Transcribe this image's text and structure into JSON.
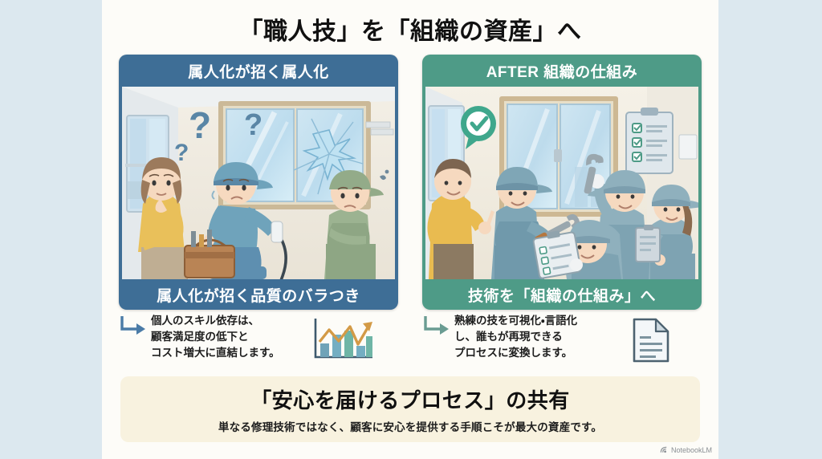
{
  "slide": {
    "title": "「職人技」を「組織の資産」へ",
    "background_color": "#dce8ef",
    "card_color": "#fdfcf8"
  },
  "panels": [
    {
      "id": "before",
      "accent_color": "#3e6e96",
      "header": "属人化が招く属人化",
      "footer": "属人化が招く品質のバラつき",
      "illustration_alt": "不安な顔の女性客と、ひび割れた窓の前で困る作業員、腕を組む同僚",
      "caption_lines": [
        "個人のスキル依存は、",
        "顧客満足度の低下と",
        "コスト増大に直結します。"
      ],
      "caption_icon": "bar-chart-trend-icon"
    },
    {
      "id": "after",
      "accent_color": "#4e9b87",
      "header": "AFTER 組織の仕組み",
      "footer": "技術を「組織の仕組み」へ",
      "illustration_alt": "笑顔の顧客とチェックリストを共有する作業員チーム",
      "caption_lines": [
        "熟練の技を可視化・言語化",
        "し、誰もが再現できる",
        "プロセスに変換します。"
      ],
      "caption_icon": "document-page-icon"
    }
  ],
  "banner": {
    "title": "「安心を届けるプロセス」の共有",
    "subtitle": "単なる修理技術ではなく、顧客に安心を提供する手順こそが最大の資産です。",
    "background_color": "#f8f2df"
  },
  "watermark": {
    "label": "NotebookLM",
    "icon": "notebooklm-logo-icon"
  }
}
